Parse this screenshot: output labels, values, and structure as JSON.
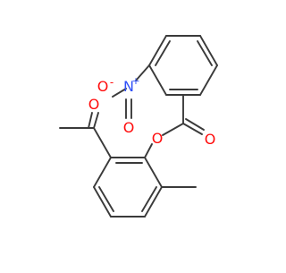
{
  "molecule": {
    "atoms": {
      "nitro_n": "N",
      "nitro_n_charge": "+",
      "nitro_o_minus": "O",
      "nitro_o_minus_charge": "-",
      "nitro_o_double": "O",
      "ester_o_single": "O",
      "ester_o_double": "O",
      "ketone_o": "O"
    },
    "colors": {
      "bond": "#3a3a3a",
      "oxygen": "#ff0d0d",
      "nitrogen": "#3050f8"
    }
  }
}
